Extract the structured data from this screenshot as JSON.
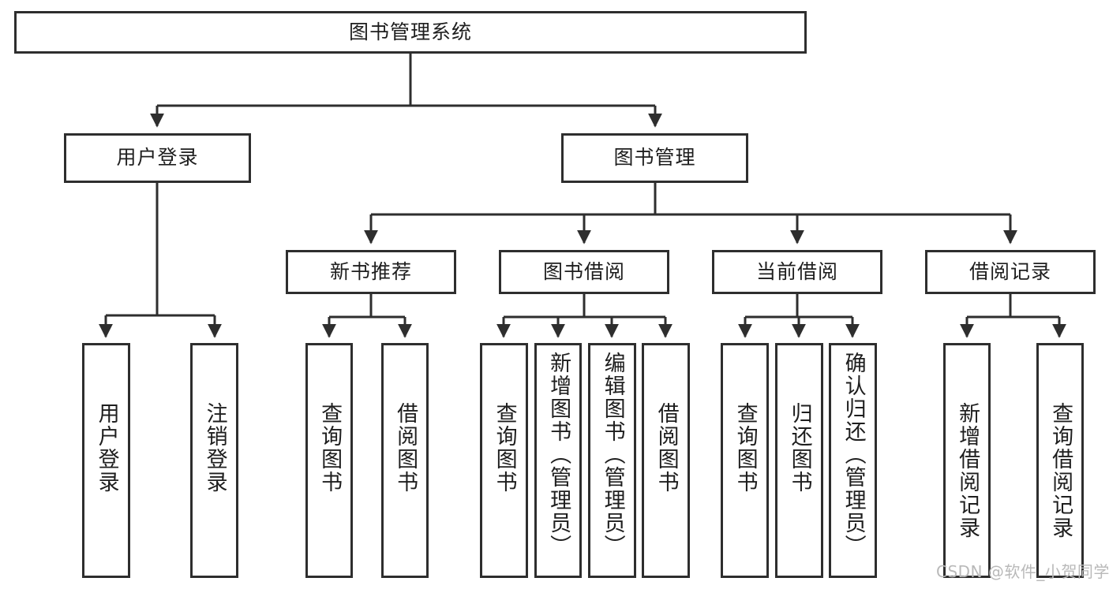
{
  "diagram": {
    "title": "图书管理系统",
    "type": "hierarchy-tree",
    "levels": 4,
    "root": {
      "label": "图书管理系统"
    },
    "level2": [
      {
        "label": "用户登录"
      },
      {
        "label": "图书管理"
      }
    ],
    "level3": [
      {
        "label": "新书推荐"
      },
      {
        "label": "图书借阅"
      },
      {
        "label": "当前借阅"
      },
      {
        "label": "借阅记录"
      }
    ],
    "leaves": [
      {
        "label": "用户登录",
        "parent": "用户登录"
      },
      {
        "label": "注销登录",
        "parent": "用户登录"
      },
      {
        "label": "查询图书",
        "parent": "新书推荐"
      },
      {
        "label": "借阅图书",
        "parent": "新书推荐"
      },
      {
        "label": "查询图书",
        "parent": "图书借阅"
      },
      {
        "label": "新增图书（管理员）",
        "parent": "图书借阅"
      },
      {
        "label": "编辑图书（管理员）",
        "parent": "图书借阅"
      },
      {
        "label": "借阅图书",
        "parent": "图书借阅"
      },
      {
        "label": "查询图书",
        "parent": "当前借阅"
      },
      {
        "label": "归还图书",
        "parent": "当前借阅"
      },
      {
        "label": "确认归还（管理员）",
        "parent": "当前借阅"
      },
      {
        "label": "新增借阅记录",
        "parent": "借阅记录"
      },
      {
        "label": "查询借阅记录",
        "parent": "借阅记录"
      }
    ]
  },
  "watermark": {
    "text": "CSDN @软件_小贺同学"
  },
  "colors": {
    "stroke": "#2e2e2e",
    "background": "#ffffff",
    "text": "#1e1e1e",
    "watermark": "#b9b9b9"
  }
}
